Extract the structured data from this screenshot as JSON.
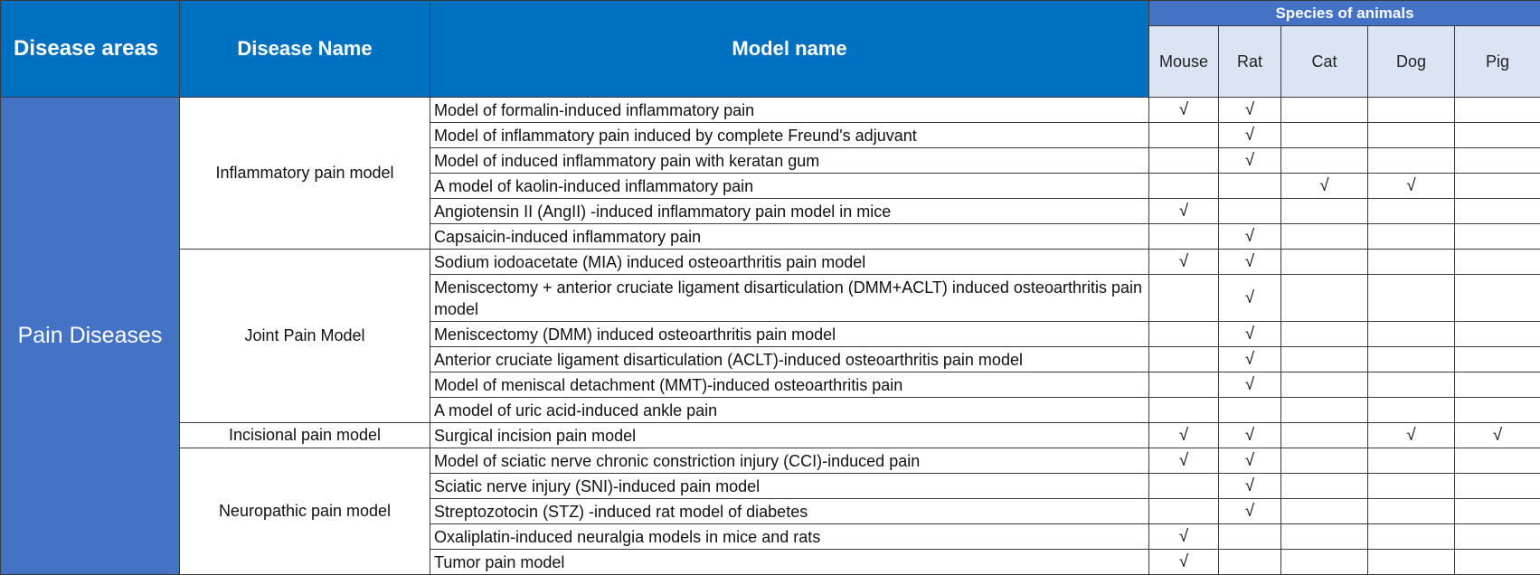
{
  "header": {
    "disease_areas": "Disease areas",
    "disease_name": "Disease Name",
    "model_name": "Model name",
    "species_title": "Species of animals",
    "species": [
      "Mouse",
      "Rat",
      "Cat",
      "Dog",
      "Pig"
    ]
  },
  "area": "Pain Diseases",
  "check_mark": "√",
  "groups": [
    {
      "name": "Inflammatory pain model",
      "models": [
        {
          "name": "Model of formalin-induced inflammatory pain",
          "species": [
            true,
            true,
            false,
            false,
            false
          ]
        },
        {
          "name": "Model of inflammatory pain induced by complete Freund's adjuvant",
          "species": [
            false,
            true,
            false,
            false,
            false
          ]
        },
        {
          "name": "Model of induced inflammatory pain with keratan gum",
          "species": [
            false,
            true,
            false,
            false,
            false
          ]
        },
        {
          "name": "A model of  kaolin-induced inflammatory pain",
          "species": [
            false,
            false,
            true,
            true,
            false
          ]
        },
        {
          "name": "Angiotensin II (AngII) -induced inflammatory pain model in mice",
          "species": [
            true,
            false,
            false,
            false,
            false
          ]
        },
        {
          "name": "Capsaicin-induced inflammatory pain",
          "species": [
            false,
            true,
            false,
            false,
            false
          ]
        }
      ]
    },
    {
      "name": "Joint Pain Model",
      "models": [
        {
          "name": "Sodium iodoacetate (MIA) induced osteoarthritis pain model",
          "species": [
            true,
            true,
            false,
            false,
            false
          ]
        },
        {
          "name": "Meniscectomy + anterior cruciate ligament disarticulation (DMM+ACLT) induced osteoarthritis pain model",
          "species": [
            false,
            true,
            false,
            false,
            false
          ],
          "tall": true
        },
        {
          "name": "Meniscectomy (DMM) induced osteoarthritis pain model",
          "species": [
            false,
            true,
            false,
            false,
            false
          ]
        },
        {
          "name": "Anterior cruciate ligament disarticulation (ACLT)-induced osteoarthritis pain model",
          "species": [
            false,
            true,
            false,
            false,
            false
          ]
        },
        {
          "name": "Model of meniscal detachment (MMT)-induced osteoarthritis pain",
          "species": [
            false,
            true,
            false,
            false,
            false
          ]
        },
        {
          "name": "A model of uric acid-induced ankle pain",
          "species": [
            false,
            false,
            false,
            false,
            false
          ]
        }
      ]
    },
    {
      "name": "Incisional pain model",
      "models": [
        {
          "name": "Surgical incision pain model",
          "species": [
            true,
            true,
            false,
            true,
            true
          ]
        }
      ]
    },
    {
      "name": "Neuropathic pain model",
      "models": [
        {
          "name": "Model of sciatic nerve chronic constriction injury (CCI)-induced pain",
          "species": [
            true,
            true,
            false,
            false,
            false
          ]
        },
        {
          "name": "Sciatic nerve injury (SNI)-induced pain model",
          "species": [
            false,
            true,
            false,
            false,
            false
          ]
        },
        {
          "name": "Streptozotocin (STZ) -induced rat model of diabetes",
          "species": [
            false,
            true,
            false,
            false,
            false
          ]
        },
        {
          "name": "Oxaliplatin-induced neuralgia models in mice and rats",
          "species": [
            true,
            false,
            false,
            false,
            false
          ]
        },
        {
          "name": "Tumor pain model",
          "species": [
            true,
            false,
            false,
            false,
            false
          ]
        }
      ]
    }
  ]
}
